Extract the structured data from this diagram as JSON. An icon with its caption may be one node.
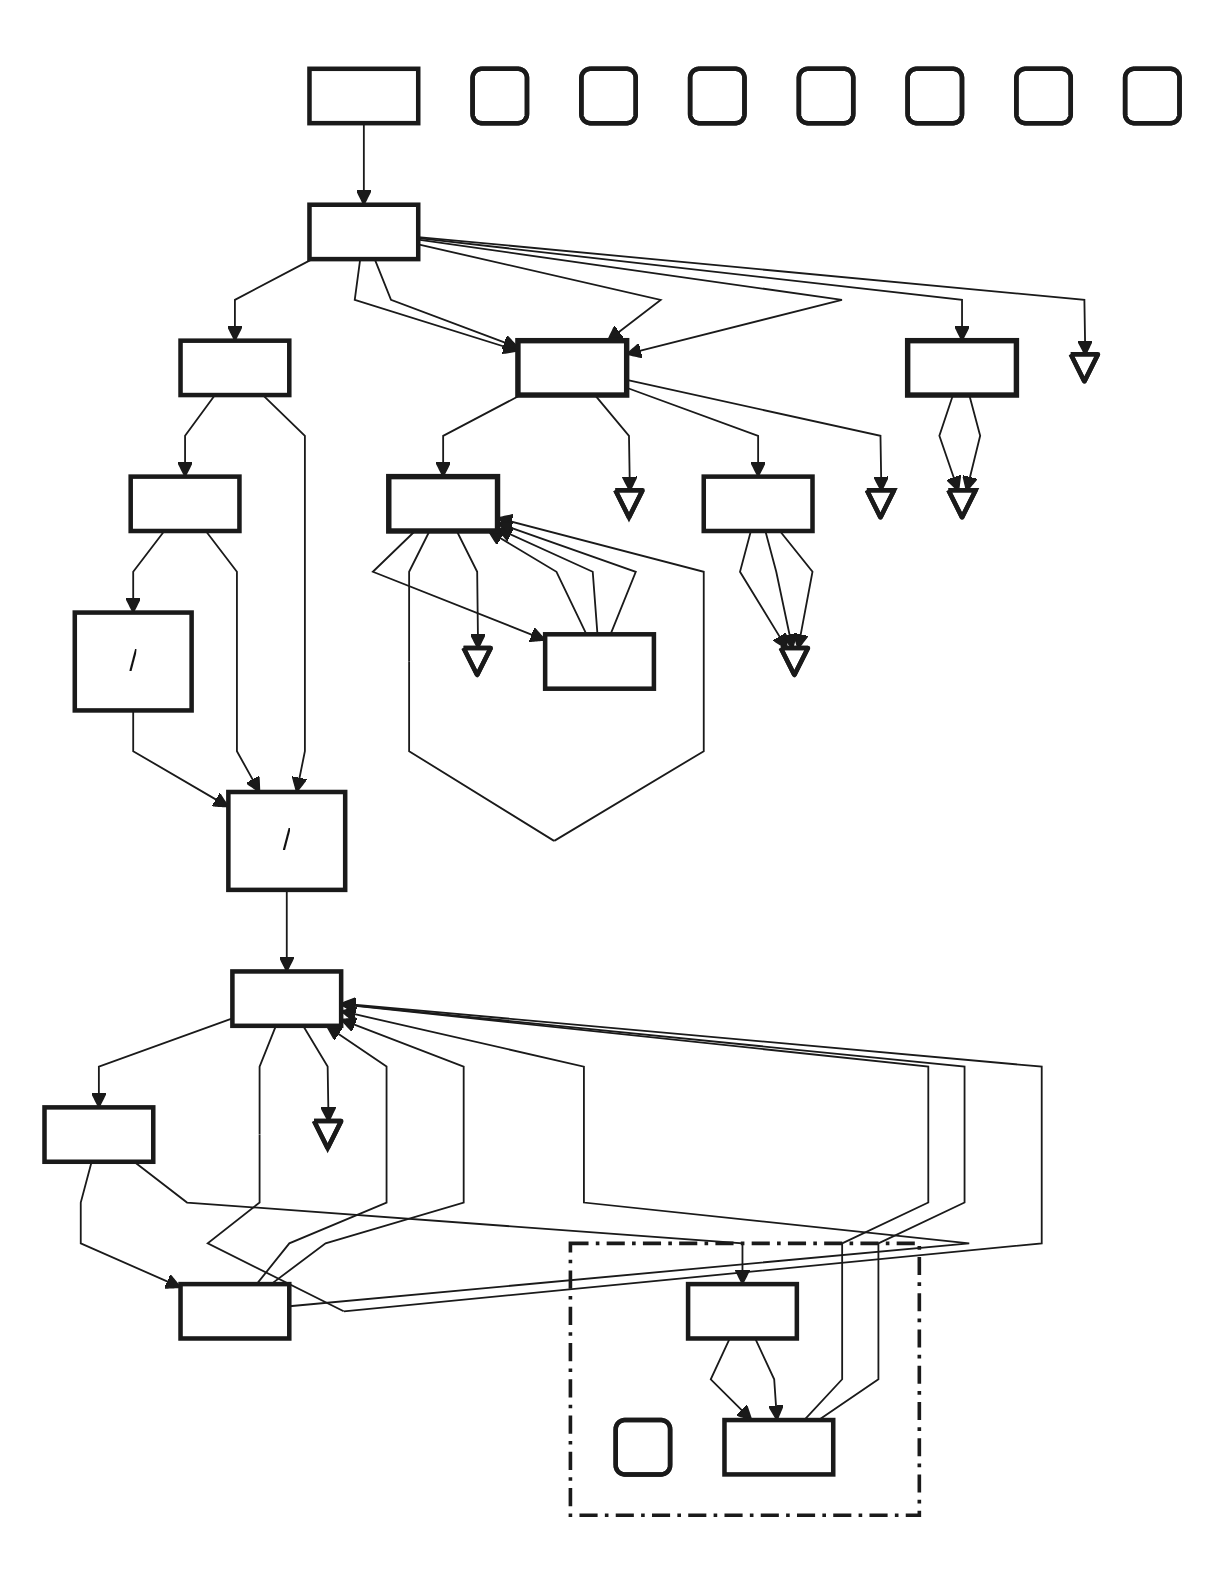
{
  "diagram": {
    "nodes": [
      {
        "text": [],
        "shape": "box"
      },
      {
        "text": [],
        "shape": "box"
      },
      {
        "text": [],
        "shape": "box"
      },
      {
        "text": [],
        "shape": "box"
      },
      {
        "text": [],
        "shape": "box"
      },
      {
        "text": [
          "/"
        ]
      },
      {
        "text": [
          "/"
        ]
      },
      {
        "text": [],
        "shape": "rounded"
      },
      {
        "text": [],
        "shape": "rounded"
      },
      {
        "text": [],
        "shape": "rounded"
      },
      {
        "text": [],
        "shape": "box"
      },
      {
        "text": [],
        "shape": "triangle"
      },
      {
        "text": [],
        "shape": "triangle"
      },
      {
        "text": [],
        "shape": "triangle"
      },
      {
        "text": [],
        "shape": "rounded"
      },
      {
        "text": [],
        "shape": "box"
      },
      {
        "text": [],
        "shape": "box"
      },
      {
        "text": [],
        "shape": "box"
      },
      {
        "text": [],
        "shape": "rounded"
      },
      {
        "text": [],
        "shape": "rounded",
        "in": 16
      },
      {
        "text": [],
        "shape": "box"
      },
      {
        "text": [],
        "shape": "box",
        "in": 16
      },
      {
        "text": [],
        "shape": "rounded"
      },
      {
        "text": [],
        "shape": "rounded"
      },
      {
        "text": [],
        "shape": "box"
      },
      {
        "text": [],
        "shape": "box"
      },
      {
        "text": [],
        "shape": "box"
      },
      {
        "text": [],
        "shape": "box",
        "in": 16
      },
      {
        "text": [],
        "shape": "triangle"
      },
      {
        "text": [],
        "shape": "triangle"
      },
      {
        "text": [],
        "shape": "triangle"
      },
      {
        "text": [],
        "shape": "triangle"
      }
    ],
    "edges": [
      {
        "from": 0,
        "to": 1,
        "arrow": "to"
      },
      {
        "from": 1,
        "to": 3,
        "arrow": "to"
      },
      {
        "from": 1,
        "to": 4,
        "arrow": "to"
      },
      {
        "from": 1,
        "to": 4,
        "arrow": "to"
      },
      {
        "from": 1,
        "to": 4,
        "arrow": "to"
      },
      {
        "from": 1,
        "to": 4,
        "arrow": "to"
      },
      {
        "from": 1,
        "to": 26,
        "arrow": "to"
      },
      {
        "from": 1,
        "to": 13,
        "arrow": "to"
      },
      {
        "from": 3,
        "to": 2,
        "arrow": "to"
      },
      {
        "from": 2,
        "to": 5,
        "arrow": "to"
      },
      {
        "from": 2,
        "to": 6,
        "arrow": "to"
      },
      {
        "from": 3,
        "to": 6,
        "arrow": "to"
      },
      {
        "from": 5,
        "to": 6,
        "arrow": "to"
      },
      {
        "from": 6,
        "to": 10,
        "arrow": "to"
      },
      {
        "from": 4,
        "to": 17,
        "arrow": "to"
      },
      {
        "from": 4,
        "to": 11,
        "arrow": "to"
      },
      {
        "from": 4,
        "to": 25,
        "arrow": "to"
      },
      {
        "from": 4,
        "to": 12,
        "arrow": "to"
      },
      {
        "from": 10,
        "to": 15,
        "arrow": "to"
      },
      {
        "from": 10,
        "to": 10,
        "arrow": "to"
      },
      {
        "from": 10,
        "to": 28,
        "arrow": "to"
      },
      {
        "from": 15,
        "to": 20,
        "arrow": "to"
      },
      {
        "from": 15,
        "to": 21,
        "arrow": "to"
      },
      {
        "from": 20,
        "to": 10,
        "arrow": "to"
      },
      {
        "from": 20,
        "to": 10,
        "arrow": "to"
      },
      {
        "from": 20,
        "to": 10,
        "arrow": "to"
      },
      {
        "from": 21,
        "to": 27,
        "arrow": "to"
      },
      {
        "from": 21,
        "to": 27,
        "arrow": "to"
      },
      {
        "from": 27,
        "to": 10,
        "arrow": "to"
      },
      {
        "from": 27,
        "to": 10,
        "arrow": "to"
      },
      {
        "from": 17,
        "to": 24,
        "arrow": "to"
      },
      {
        "from": 17,
        "to": 17,
        "arrow": "to"
      },
      {
        "from": 17,
        "to": 29,
        "arrow": "to"
      },
      {
        "from": 24,
        "to": 17,
        "arrow": "to"
      },
      {
        "from": 24,
        "to": 17,
        "arrow": "to"
      },
      {
        "from": 24,
        "to": 17,
        "arrow": "to"
      },
      {
        "from": 25,
        "to": 30,
        "arrow": "to"
      },
      {
        "from": 25,
        "to": 30,
        "arrow": "to"
      },
      {
        "from": 25,
        "to": 30,
        "arrow": "to"
      },
      {
        "from": 26,
        "to": 31,
        "arrow": "to"
      },
      {
        "from": 26,
        "to": 31,
        "arrow": "to"
      }
    ]
  }
}
